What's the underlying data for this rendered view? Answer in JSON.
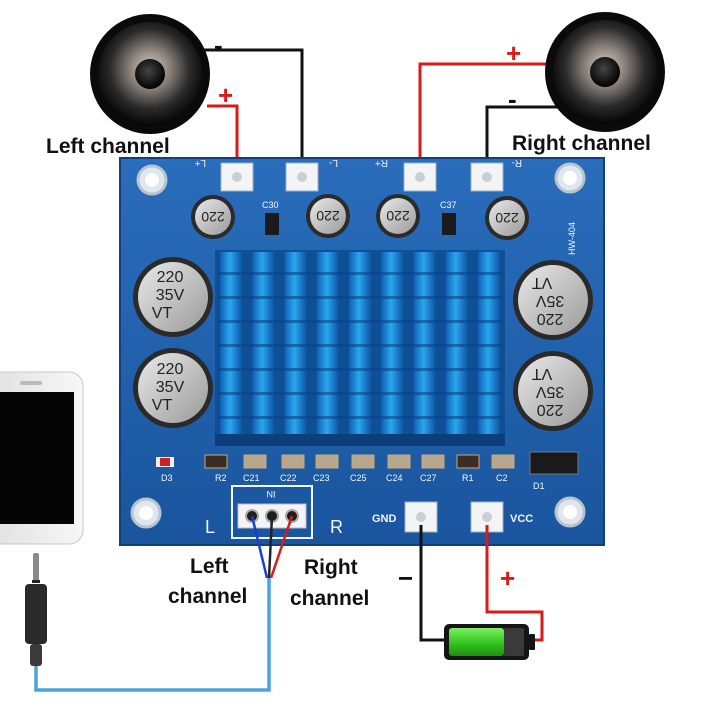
{
  "labels": {
    "left_speaker": "Left channel",
    "right_speaker": "Right channel",
    "input_left_line1": "Left",
    "input_left_line2": "channel",
    "input_right_line1": "Right",
    "input_right_line2": "channel"
  },
  "polarity": {
    "left_minus": "-",
    "left_plus": "+",
    "right_plus": "+",
    "right_minus": "-",
    "battery_minus": "−",
    "battery_plus": "+"
  },
  "board": {
    "terminals": {
      "left_plus": "L+",
      "left_minus": "L-",
      "right_plus": "R+",
      "right_minus": "R-"
    },
    "small_caps": [
      "220",
      "220",
      "220",
      "220"
    ],
    "big_caps": [
      {
        "value": "220",
        "voltage": "35V",
        "type": "VT"
      },
      {
        "value": "220",
        "voltage": "35V",
        "type": "VT"
      },
      {
        "value": "220",
        "voltage": "35V",
        "type": "VT"
      },
      {
        "value": "220",
        "voltage": "35V",
        "type": "VT"
      }
    ],
    "silk_top": [
      "C30",
      "C37"
    ],
    "silk_bottom": [
      "R2",
      "C21",
      "C22",
      "C23",
      "C25",
      "C24",
      "C27",
      "R1",
      "C2"
    ],
    "d3": "D3",
    "d1": "D1",
    "model": "HW-404",
    "input_l": "L",
    "input_r": "R",
    "input_connector": "IN",
    "gnd": "GND",
    "vcc": "VCC"
  },
  "colors": {
    "board": "#1f5fae",
    "heatsink": "#1e8fe6",
    "wire_red": "#d81a1a",
    "wire_black": "#111111",
    "wire_blue": "#4aa3dc",
    "battery_fill": "#3fcf2a"
  }
}
